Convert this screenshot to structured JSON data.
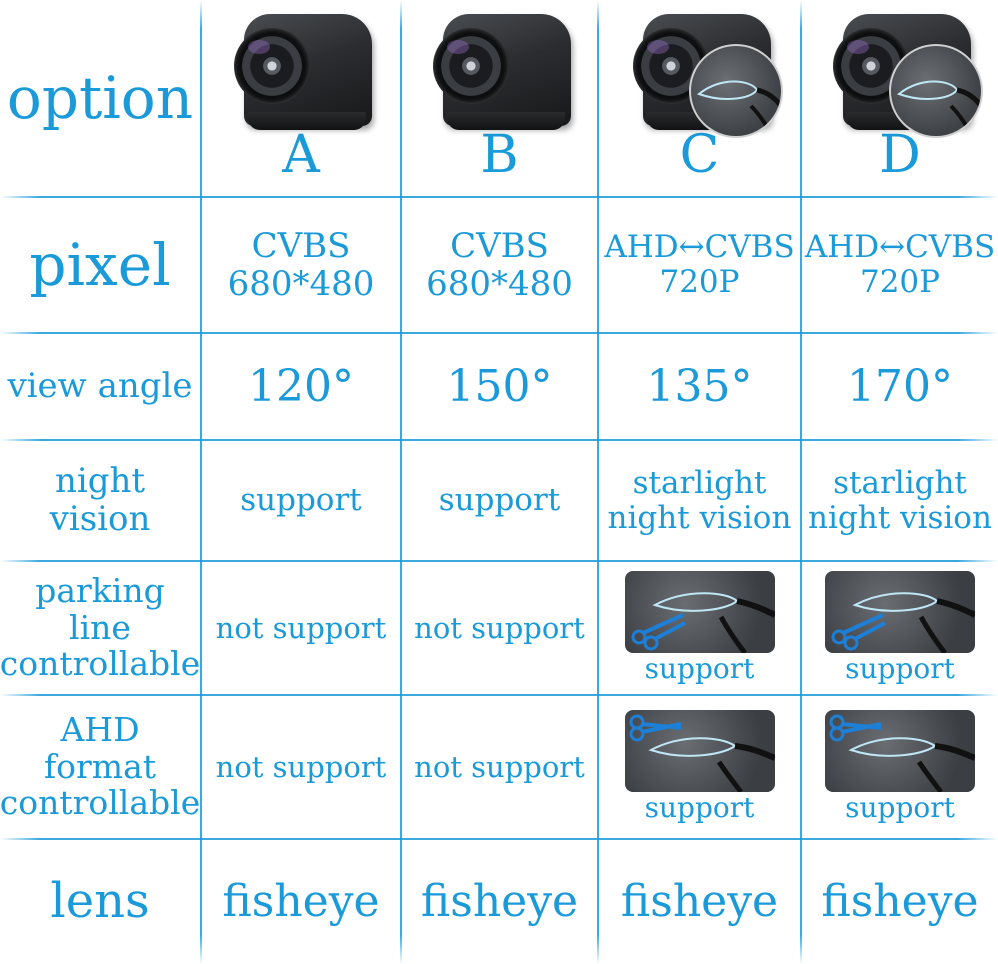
{
  "rows": {
    "option": "option",
    "pixel": "pixel",
    "view_angle": "view angle",
    "night_vision": "night vision",
    "parking_line_1": "parking line",
    "parking_line_2": "controllable",
    "ahd_format_1": "AHD format",
    "ahd_format_2": "controllable",
    "lens": "lens"
  },
  "options": [
    {
      "letter": "A",
      "pixel_line1": "CVBS",
      "pixel_line2": "680*480",
      "view_angle": "120°",
      "night_vision_line1": "support",
      "night_vision_line2": "",
      "parking_line": "not support",
      "ahd_format": "not support",
      "lens": "fisheye"
    },
    {
      "letter": "B",
      "pixel_line1": "CVBS",
      "pixel_line2": "680*480",
      "view_angle": "150°",
      "night_vision_line1": "support",
      "night_vision_line2": "",
      "parking_line": "not support",
      "ahd_format": "not support",
      "lens": "fisheye"
    },
    {
      "letter": "C",
      "pixel_line1": "AHD↔CVBS",
      "pixel_line2": "720P",
      "view_angle": "135°",
      "night_vision_line1": "starlight",
      "night_vision_line2": "night vision",
      "parking_line": "support",
      "ahd_format": "support",
      "lens": "fisheye"
    },
    {
      "letter": "D",
      "pixel_line1": "AHD↔CVBS",
      "pixel_line2": "720P",
      "view_angle": "170°",
      "night_vision_line1": "starlight",
      "night_vision_line2": "night vision",
      "parking_line": "support",
      "ahd_format": "support",
      "lens": "fisheye"
    }
  ],
  "colors": {
    "text": "#1a9ad8",
    "camera": "#2b2d30",
    "scissors": "#1e7fd6"
  },
  "icons": [
    "camera-icon",
    "wire-loop-icon",
    "scissors-icon"
  ]
}
